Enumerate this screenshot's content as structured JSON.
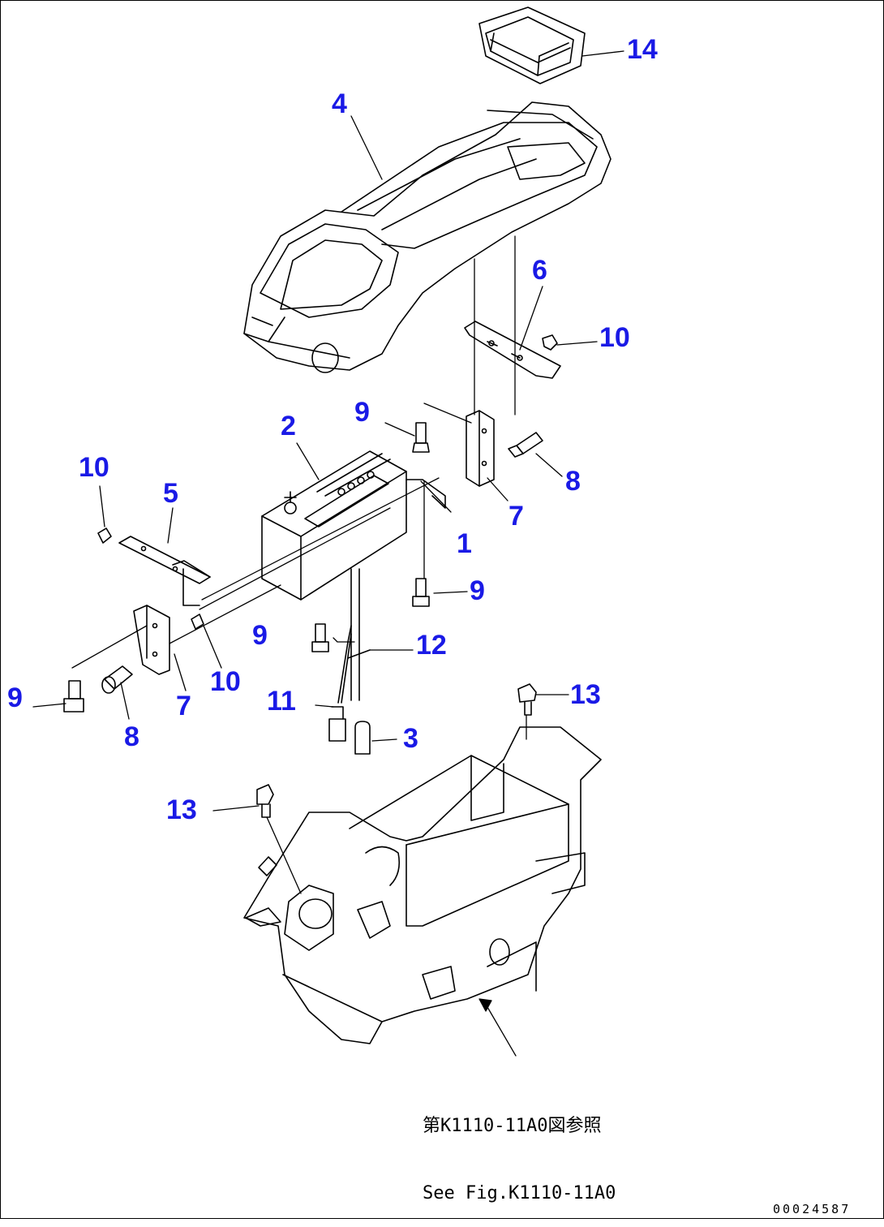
{
  "callouts": {
    "c14": "14",
    "c4": "4",
    "c6": "6",
    "c10a": "10",
    "c9a": "9",
    "c2": "2",
    "c8a": "8",
    "c7a": "7",
    "c10b": "10",
    "c5": "5",
    "c1": "1",
    "c9b": "9",
    "c9c": "9",
    "c12": "12",
    "c10c": "10",
    "c9d": "9",
    "c7b": "7",
    "c11": "11",
    "c8b": "8",
    "c3": "3",
    "c13a": "13",
    "c13b": "13"
  },
  "reference": {
    "line1": "第K1110-11A0図参照",
    "line2": "See Fig.K1110-11A0"
  },
  "doc_id": "00024587",
  "colors": {
    "callout": "#1a1ae6",
    "line": "#000000"
  }
}
